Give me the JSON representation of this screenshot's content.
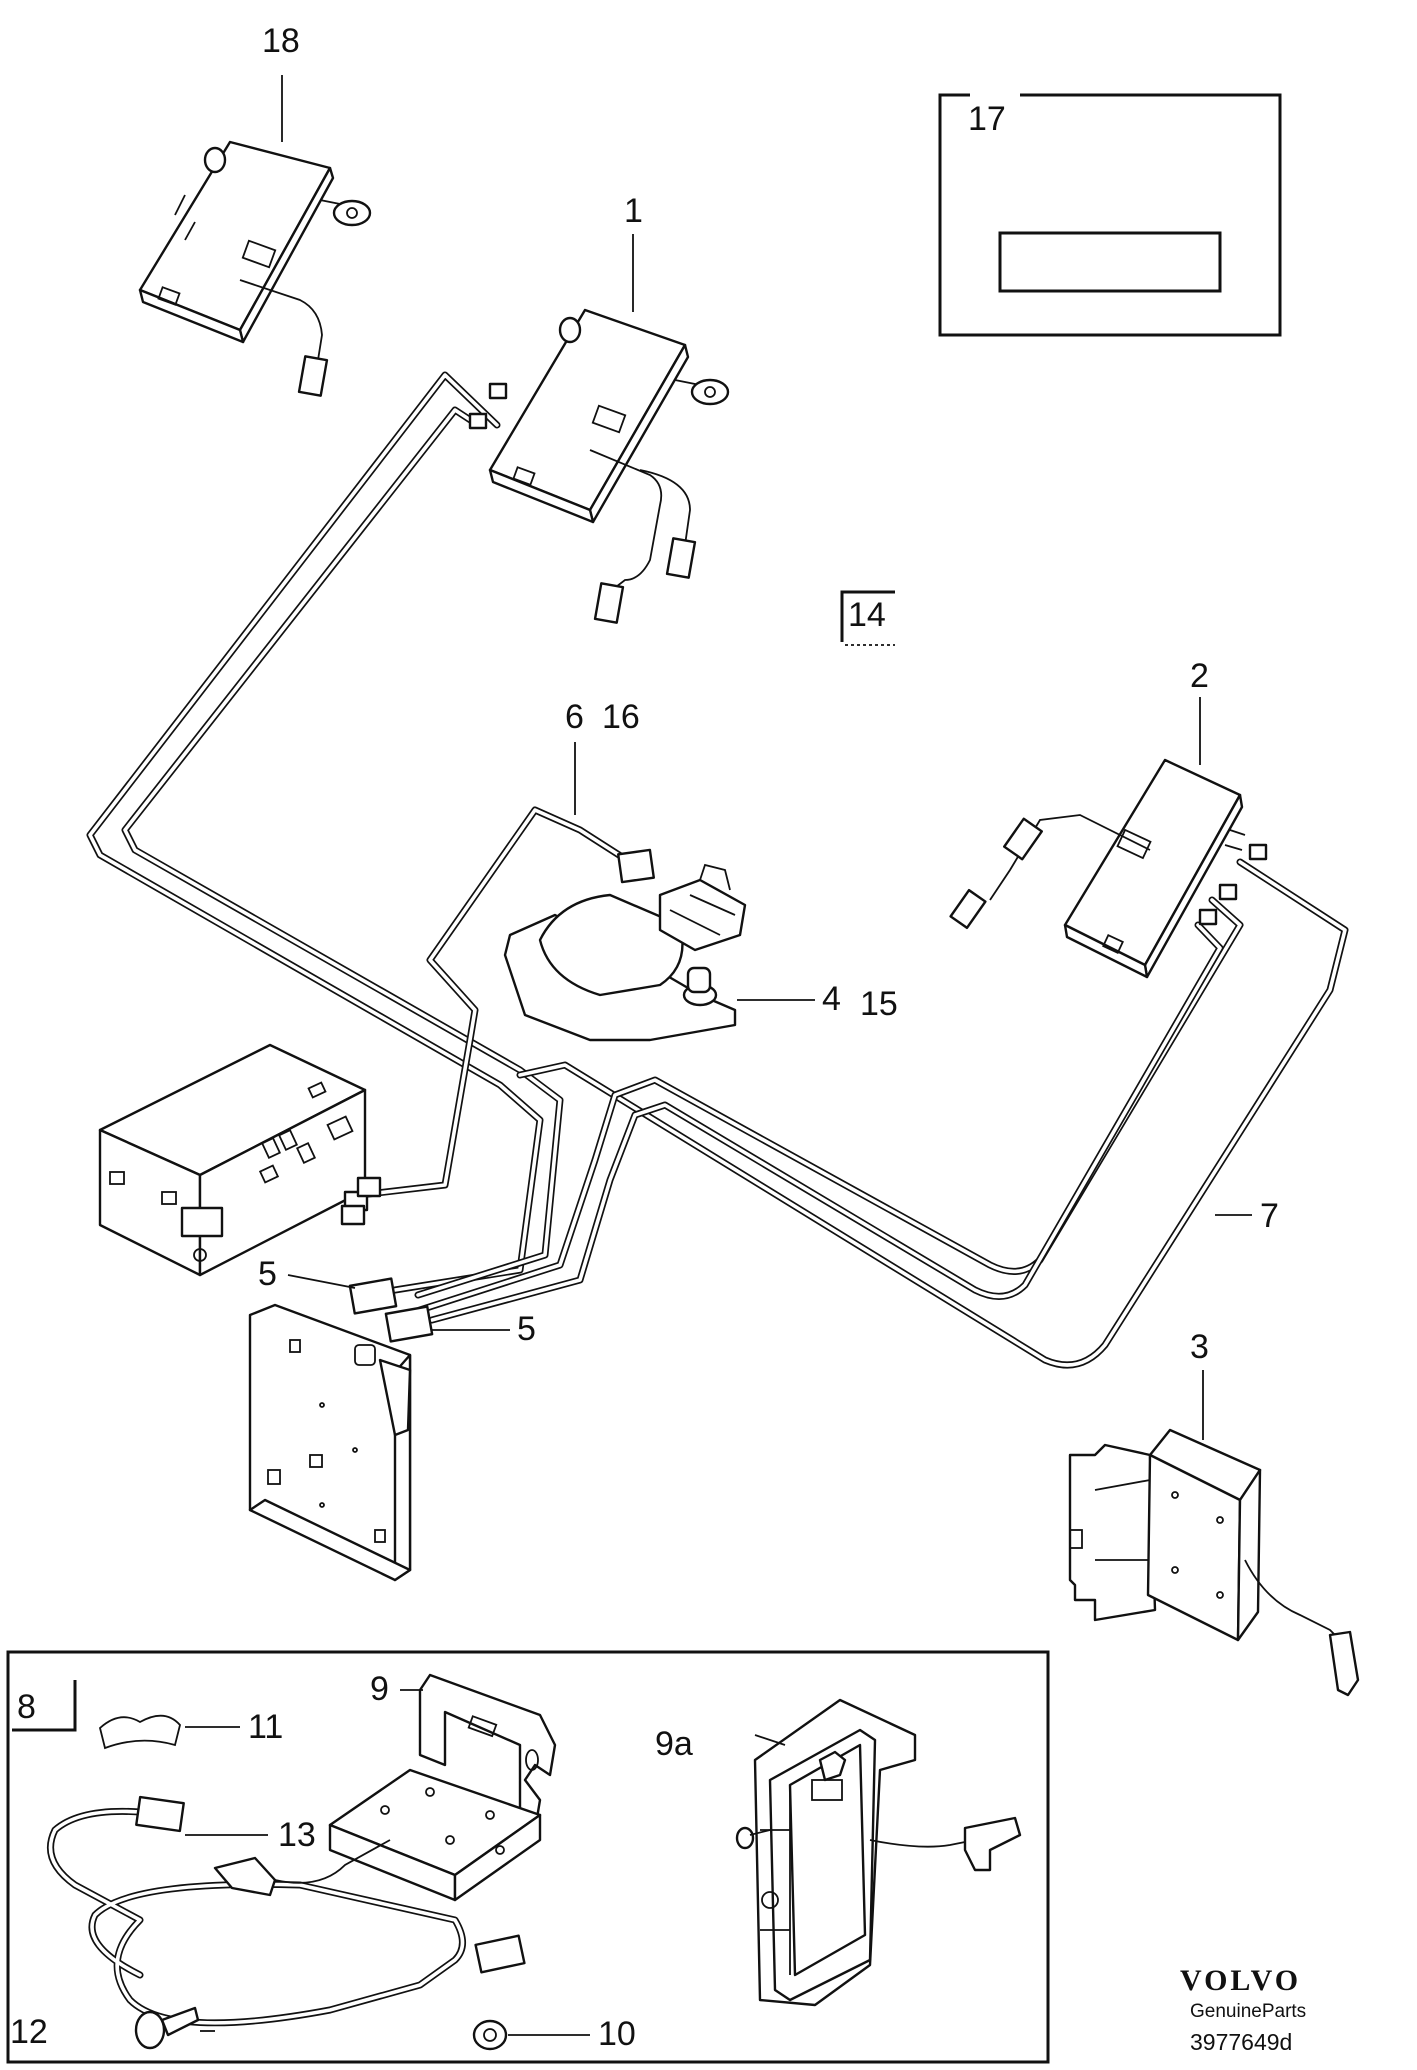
{
  "callouts": {
    "c1": "1",
    "c2": "2",
    "c3": "3",
    "c4": "4",
    "c15": "15",
    "c5a": "5",
    "c5b": "5",
    "c6": "6",
    "c16": "16",
    "c7": "7",
    "c8": "8",
    "c9": "9",
    "c9a": "9a",
    "c10": "10",
    "c11": "11",
    "c12": "12",
    "c13": "13",
    "c14": "14",
    "c17": "17",
    "c18": "18"
  },
  "branding": {
    "logo_text": "VOLVO",
    "subtitle": "GenuineParts",
    "drawing_number": "3977649d"
  }
}
